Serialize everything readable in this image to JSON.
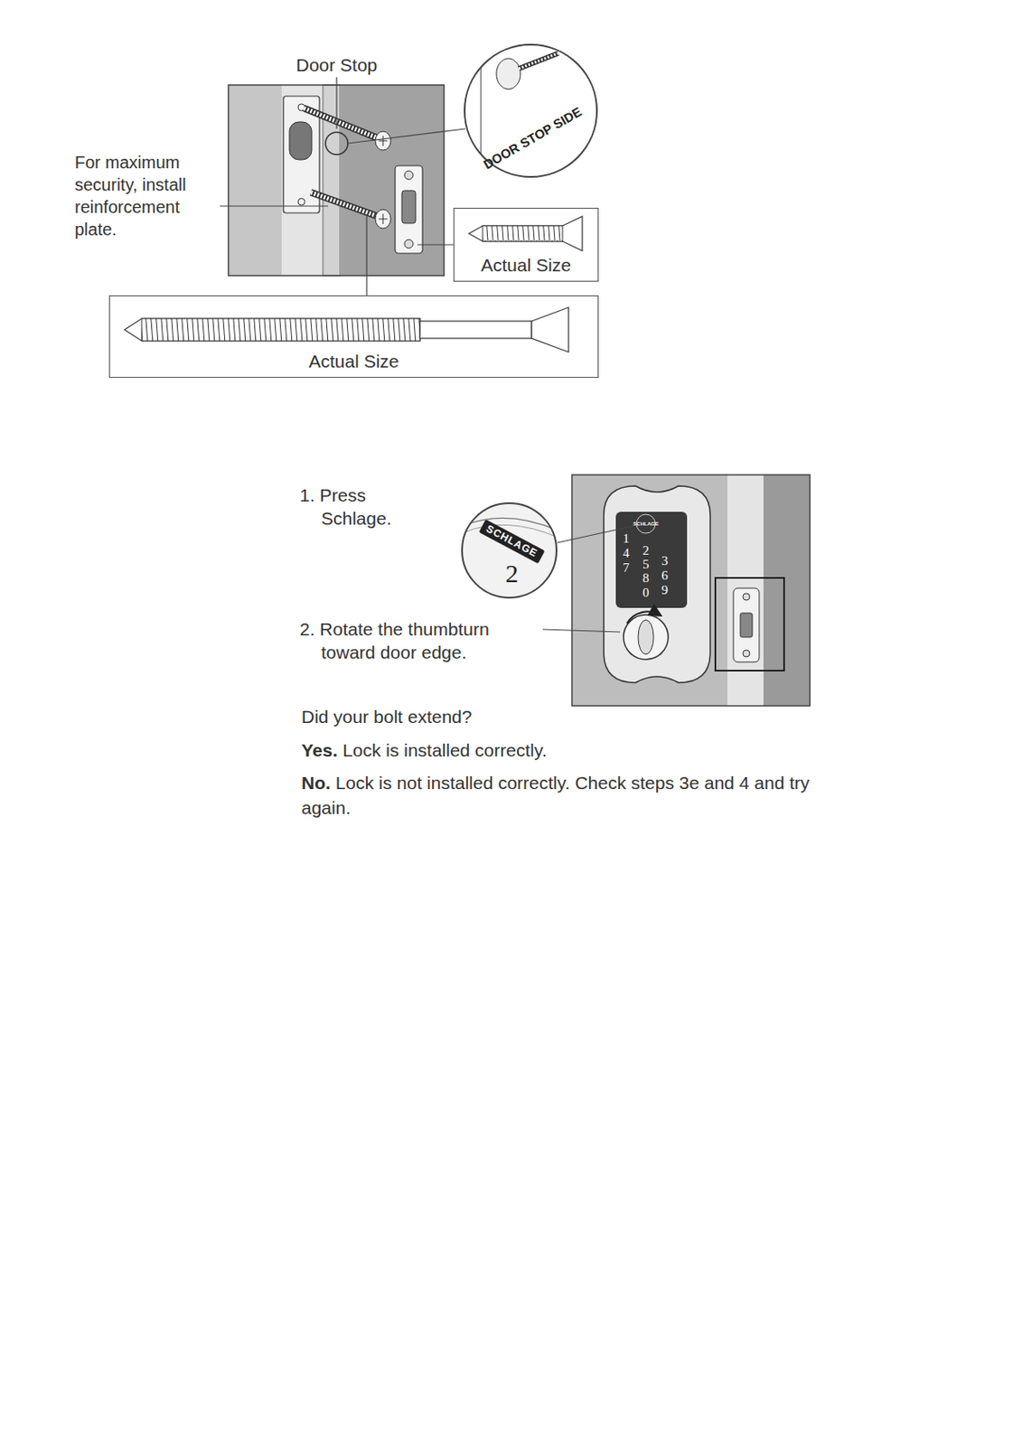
{
  "diagram": {
    "nodes": [
      {
        "text": [
          "Actual Size"
        ]
      },
      {
        "text": [
          "Actual Size"
        ]
      },
      {
        "text": [
          "DOOR STOP SIDE"
        ]
      },
      {
        "text": [
          "SCHLAGE",
          "2"
        ]
      }
    ],
    "labels": [
      "Door Stop",
      "For maximum security, install reinforcement plate.",
      "1. Press Schlage.",
      "2. Rotate the thumbturn toward door edge.",
      "Did your bolt extend?",
      "Yes.",
      "Lock is installed correctly.",
      "No.",
      "Lock is not installed correctly. Check steps 3e and 4 and try again.",
      "SCHLAGE",
      "1",
      "2",
      "3",
      "4",
      "5",
      "6",
      "7",
      "8",
      "9",
      "0"
    ]
  }
}
